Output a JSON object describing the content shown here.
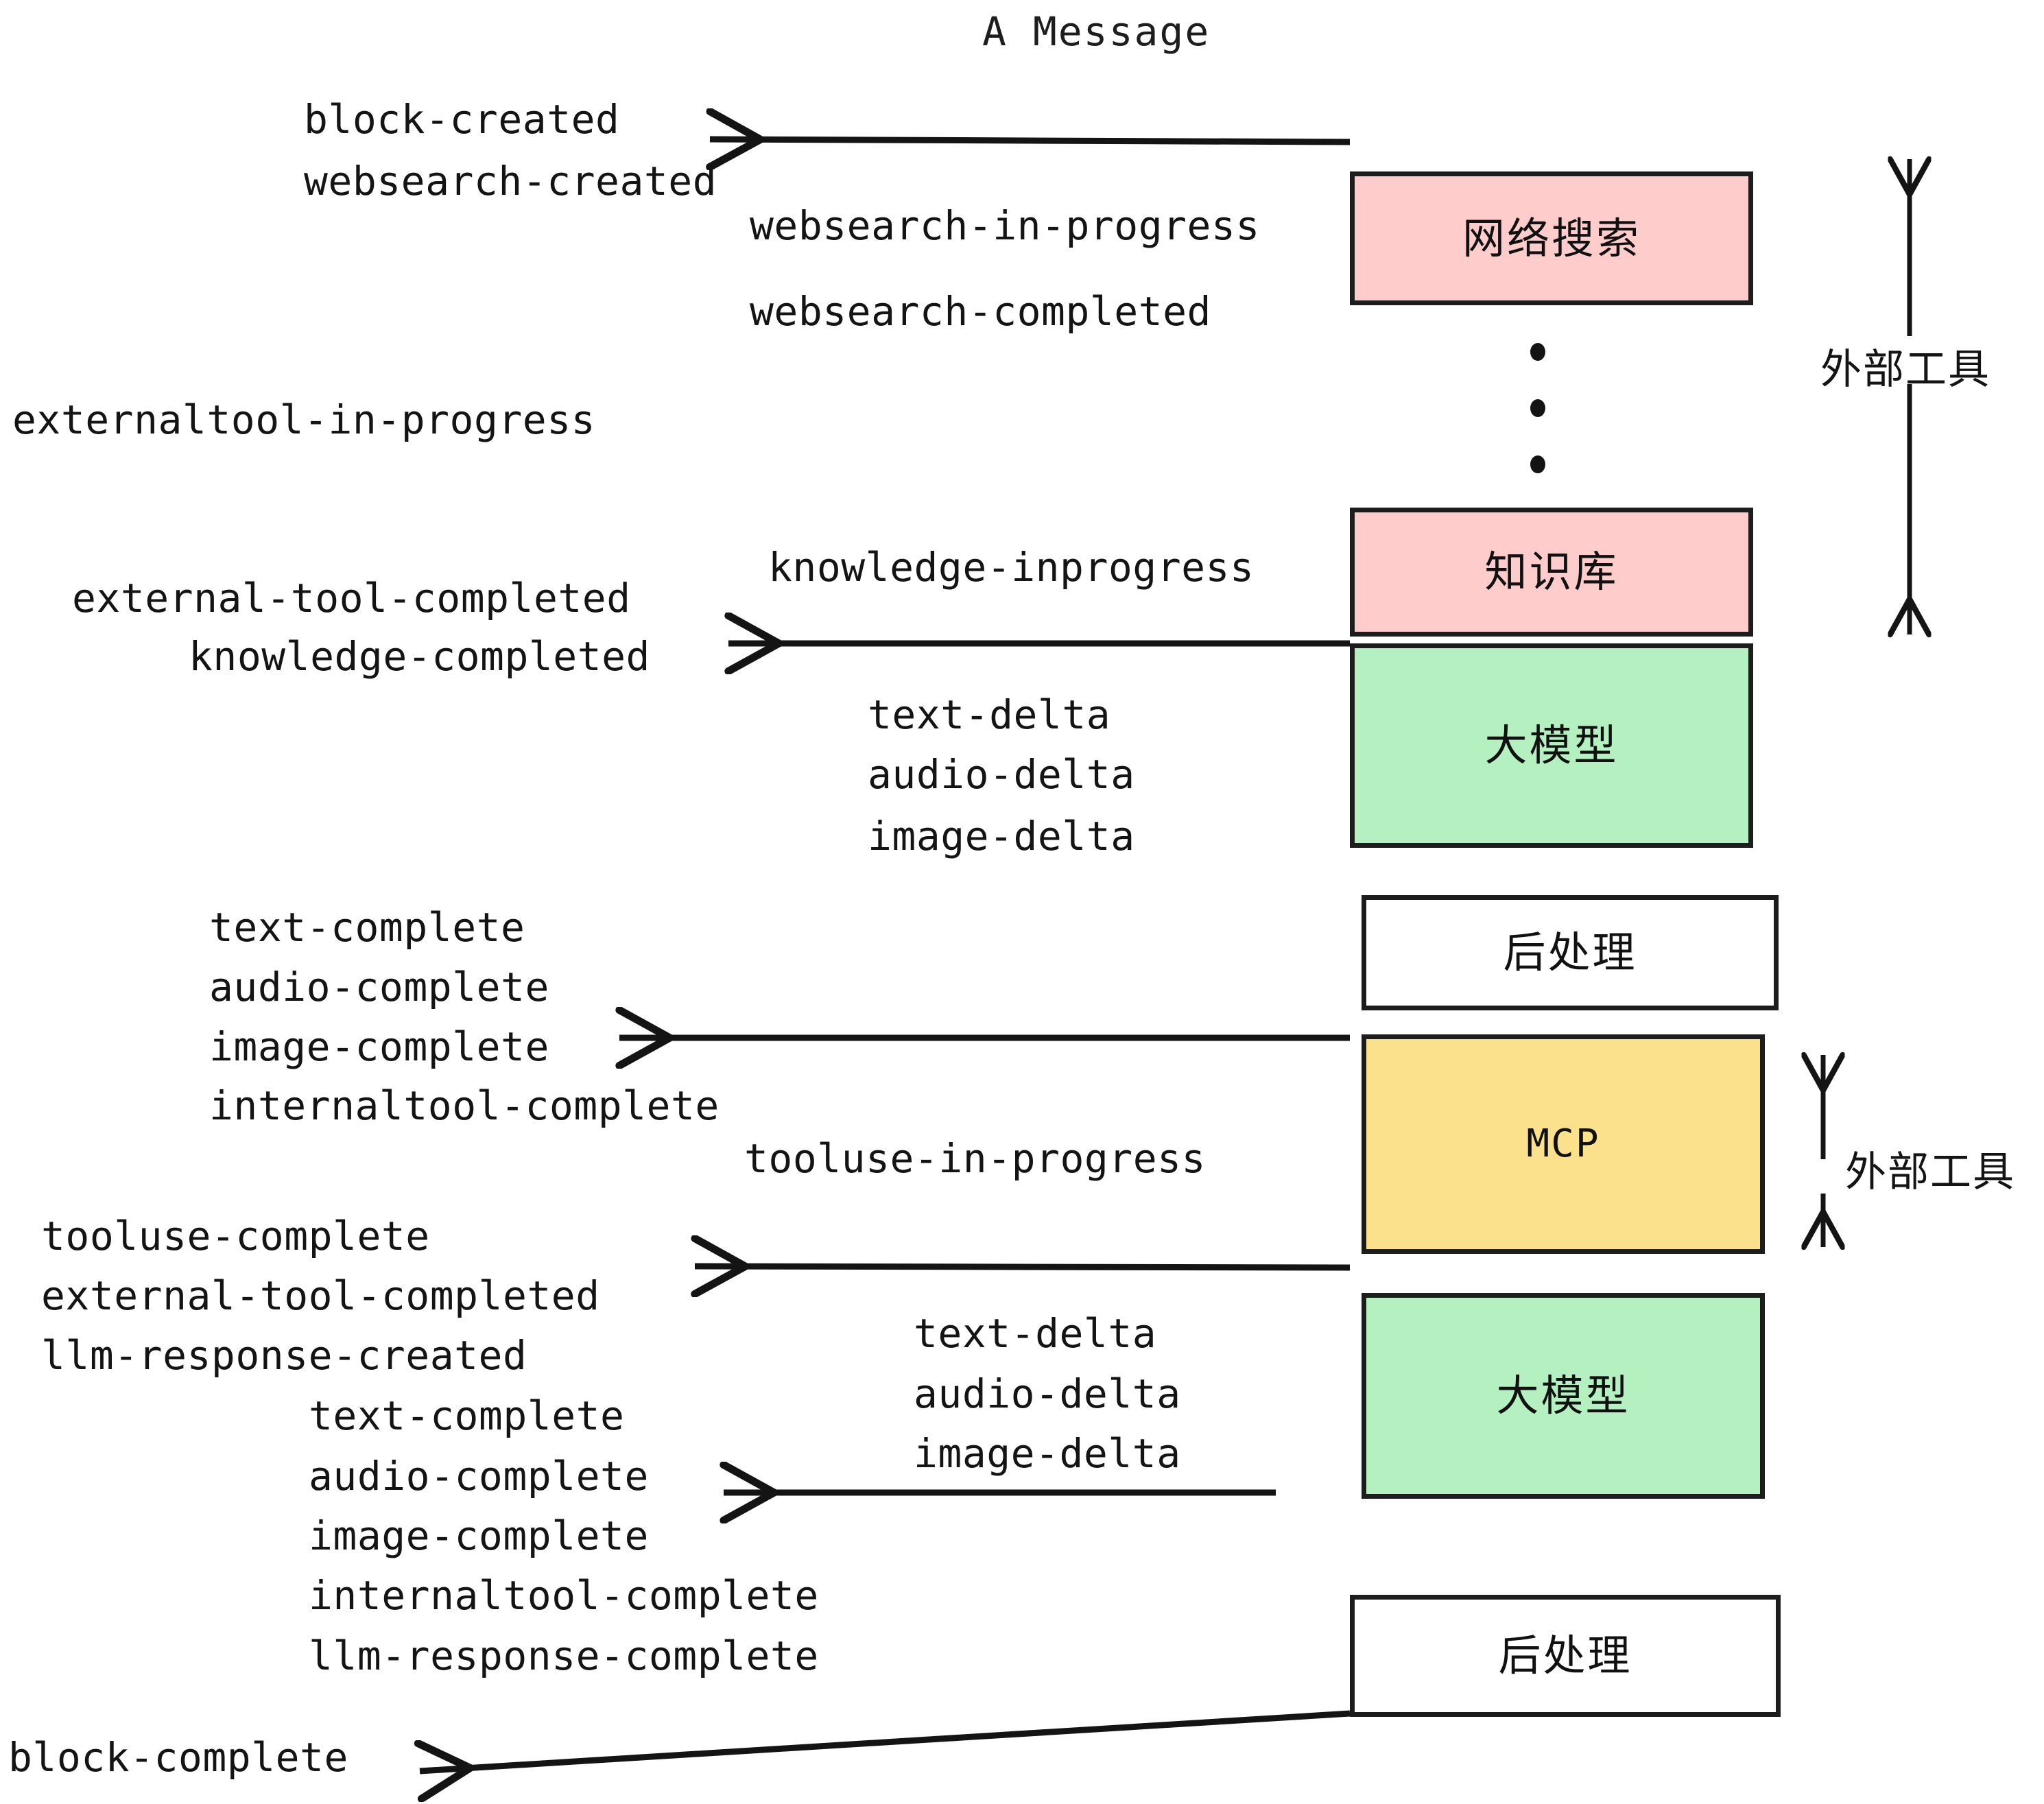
{
  "title": "A Message",
  "colors": {
    "pink": "#ffcccc",
    "green": "#b5f0c0",
    "yellow": "#fbe18b",
    "white": "#ffffff",
    "stroke": "#1d1d1d",
    "text": "#141414",
    "background": "#ffffff"
  },
  "nodes": [
    {
      "id": "websearch",
      "label": "网络搜索",
      "fill": "pink",
      "script": "han"
    },
    {
      "id": "knowledge",
      "label": "知识库",
      "fill": "pink",
      "script": "han"
    },
    {
      "id": "llm-1",
      "label": "大模型",
      "fill": "green",
      "script": "han"
    },
    {
      "id": "postprocess-1",
      "label": "后处理",
      "fill": "white",
      "script": "han"
    },
    {
      "id": "mcp",
      "label": "MCP",
      "fill": "yellow",
      "script": "latin"
    },
    {
      "id": "llm-2",
      "label": "大模型",
      "fill": "green",
      "script": "han"
    },
    {
      "id": "postprocess-2",
      "label": "后处理",
      "fill": "white",
      "script": "han"
    }
  ],
  "side_labels": [
    {
      "id": "external-tools-top",
      "text": "外部工具"
    },
    {
      "id": "external-tools-bottom",
      "text": "外部工具"
    }
  ],
  "events": [
    {
      "id": "block-created",
      "text": "block-created"
    },
    {
      "id": "websearch-created",
      "text": "websearch-created"
    },
    {
      "id": "websearch-in-progress",
      "text": "websearch-in-progress"
    },
    {
      "id": "websearch-completed",
      "text": "websearch-completed"
    },
    {
      "id": "externaltool-in-progress",
      "text": "externaltool-in-progress"
    },
    {
      "id": "knowledge-inprogress",
      "text": "knowledge-inprogress"
    },
    {
      "id": "external-tool-completed-1",
      "text": "external-tool-completed"
    },
    {
      "id": "knowledge-completed",
      "text": "knowledge-completed"
    },
    {
      "id": "text-delta-1",
      "text": "text-delta"
    },
    {
      "id": "audio-delta-1",
      "text": "audio-delta"
    },
    {
      "id": "image-delta-1",
      "text": "image-delta"
    },
    {
      "id": "text-complete-1",
      "text": "text-complete"
    },
    {
      "id": "audio-complete-1",
      "text": "audio-complete"
    },
    {
      "id": "image-complete-1",
      "text": "image-complete"
    },
    {
      "id": "internaltool-complete-1",
      "text": "internaltool-complete"
    },
    {
      "id": "tooluse-in-progress",
      "text": "tooluse-in-progress"
    },
    {
      "id": "tooluse-complete",
      "text": "tooluse-complete"
    },
    {
      "id": "external-tool-completed-2",
      "text": "external-tool-completed"
    },
    {
      "id": "llm-response-created",
      "text": "llm-response-created"
    },
    {
      "id": "text-delta-2",
      "text": "text-delta"
    },
    {
      "id": "audio-delta-2",
      "text": "audio-delta"
    },
    {
      "id": "image-delta-2",
      "text": "image-delta"
    },
    {
      "id": "text-complete-2",
      "text": "text-complete"
    },
    {
      "id": "audio-complete-2",
      "text": "audio-complete"
    },
    {
      "id": "image-complete-2",
      "text": "image-complete"
    },
    {
      "id": "internaltool-complete-2",
      "text": "internaltool-complete"
    },
    {
      "id": "llm-response-complete",
      "text": "llm-response-complete"
    },
    {
      "id": "block-complete",
      "text": "block-complete"
    }
  ]
}
